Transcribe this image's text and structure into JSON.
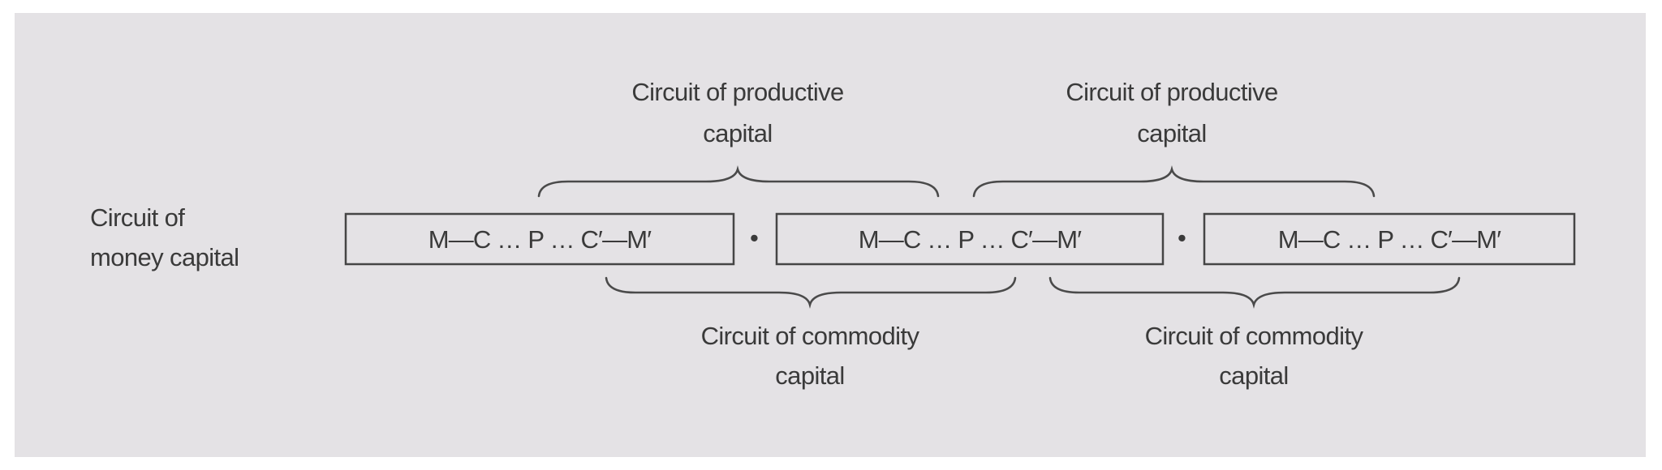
{
  "diagram": {
    "left_label": [
      "Circuit of",
      "money capital"
    ],
    "formula": "M—C … P … C′—M′",
    "separator": "•",
    "productive_label": [
      "Circuit of productive",
      "capital"
    ],
    "commodity_label": [
      "Circuit of commodity",
      "capital"
    ],
    "colors": {
      "background": "#e4e2e5",
      "ink": "#3a3a3a"
    }
  }
}
